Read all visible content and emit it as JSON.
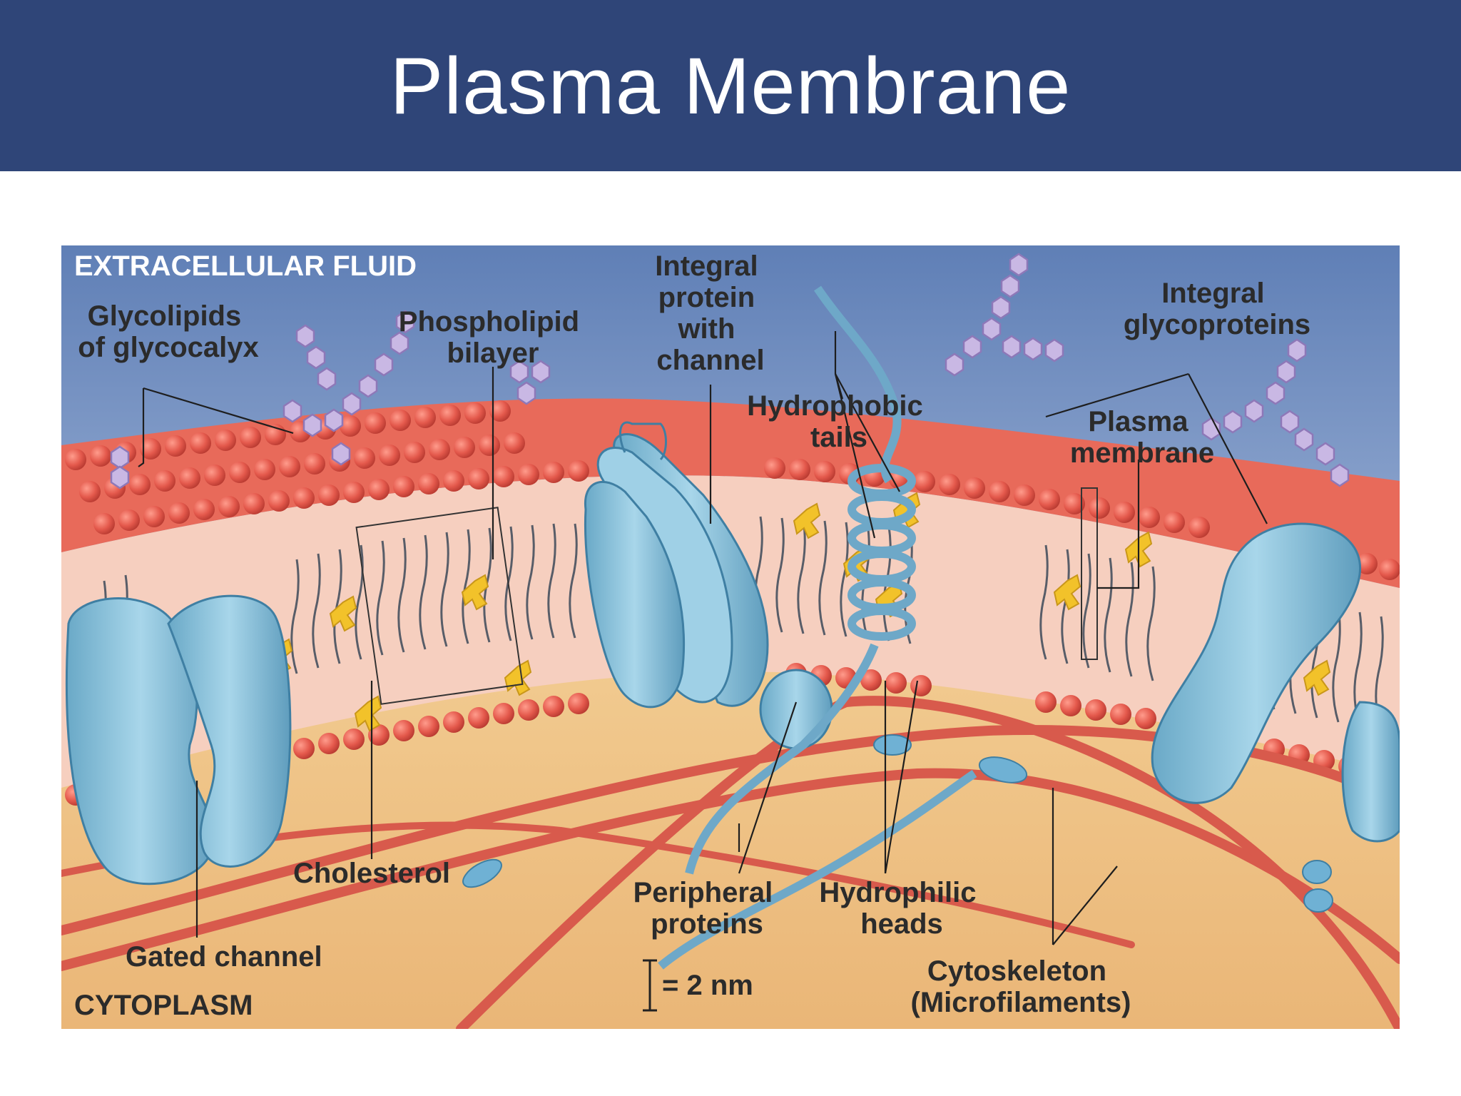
{
  "slide": {
    "title": "Plasma Membrane"
  },
  "colors": {
    "title_bar": "#2f4578",
    "extracellular_fluid": "#7f9bc6",
    "cytoplasm": "#efc487",
    "phospholipid_head": "#e4594c",
    "protein": "#8cc4dc",
    "cholesterol": "#f2c22a",
    "cytoskeleton": "#d85a4c",
    "glycan": "#b8a6d6"
  },
  "labels": {
    "extracellular_fluid": "EXTRACELLULAR FLUID",
    "cytoplasm": "CYTOPLASM",
    "glycolipids": [
      "Glycolipids",
      "of glycocalyx"
    ],
    "phospholipid_bilayer": [
      "Phospholipid",
      "bilayer"
    ],
    "integral_protein_channel": [
      "Integral",
      "protein",
      "with",
      "channel"
    ],
    "hydrophobic_tails": [
      "Hydrophobic",
      "tails"
    ],
    "integral_glycoproteins": [
      "Integral",
      "glycoproteins"
    ],
    "plasma_membrane": [
      "Plasma",
      "membrane"
    ],
    "cholesterol": "Cholesterol",
    "gated_channel": "Gated channel",
    "peripheral_proteins": [
      "Peripheral",
      "proteins"
    ],
    "hydrophilic_heads": [
      "Hydrophilic",
      "heads"
    ],
    "cytoskeleton": [
      "Cytoskeleton",
      "(Microfilaments)"
    ],
    "scale_bar": "= 2 nm"
  },
  "icons": [
    "membrane-diagram",
    "scale-bar-icon",
    "glycan-chain-icon",
    "protein-channel-icon"
  ]
}
